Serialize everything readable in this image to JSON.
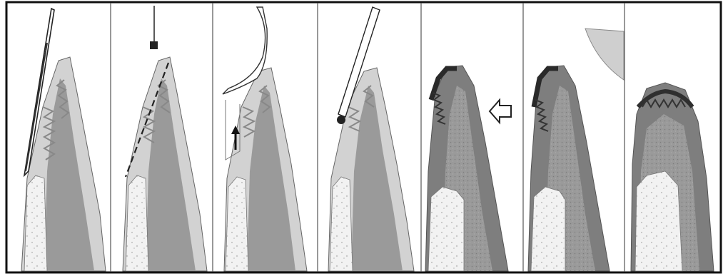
{
  "figure": {
    "panel_count": 7,
    "colors": {
      "background": "#ffffff",
      "frame": "#111111",
      "tissue_light": "#c4c4c4",
      "tissue_dark": "#8a8a8a",
      "epithelium_dark": "#3e3e3e",
      "bone": "#ececec",
      "instrument": "#222222"
    },
    "panels": [
      {
        "id": 1,
        "elements": [
          "gingival-tissue",
          "rete-pegs",
          "bone",
          "scalpel-blade"
        ]
      },
      {
        "id": 2,
        "elements": [
          "gingival-tissue",
          "rete-pegs",
          "bone",
          "incision-line",
          "instrument-tip"
        ]
      },
      {
        "id": 3,
        "elements": [
          "gingival-tissue",
          "rete-pegs",
          "bone",
          "tissue-flap",
          "up-arrow"
        ]
      },
      {
        "id": 4,
        "elements": [
          "gingival-tissue",
          "rete-pegs",
          "bone",
          "probe-instrument"
        ]
      },
      {
        "id": 5,
        "elements": [
          "gingival-tissue",
          "dark-epithelium",
          "bone",
          "open-arrow"
        ]
      },
      {
        "id": 6,
        "elements": [
          "gingival-tissue",
          "dark-epithelium",
          "bone",
          "corner-shading"
        ]
      },
      {
        "id": 7,
        "elements": [
          "healed-gingiva",
          "dark-epithelium",
          "bone"
        ]
      }
    ]
  }
}
